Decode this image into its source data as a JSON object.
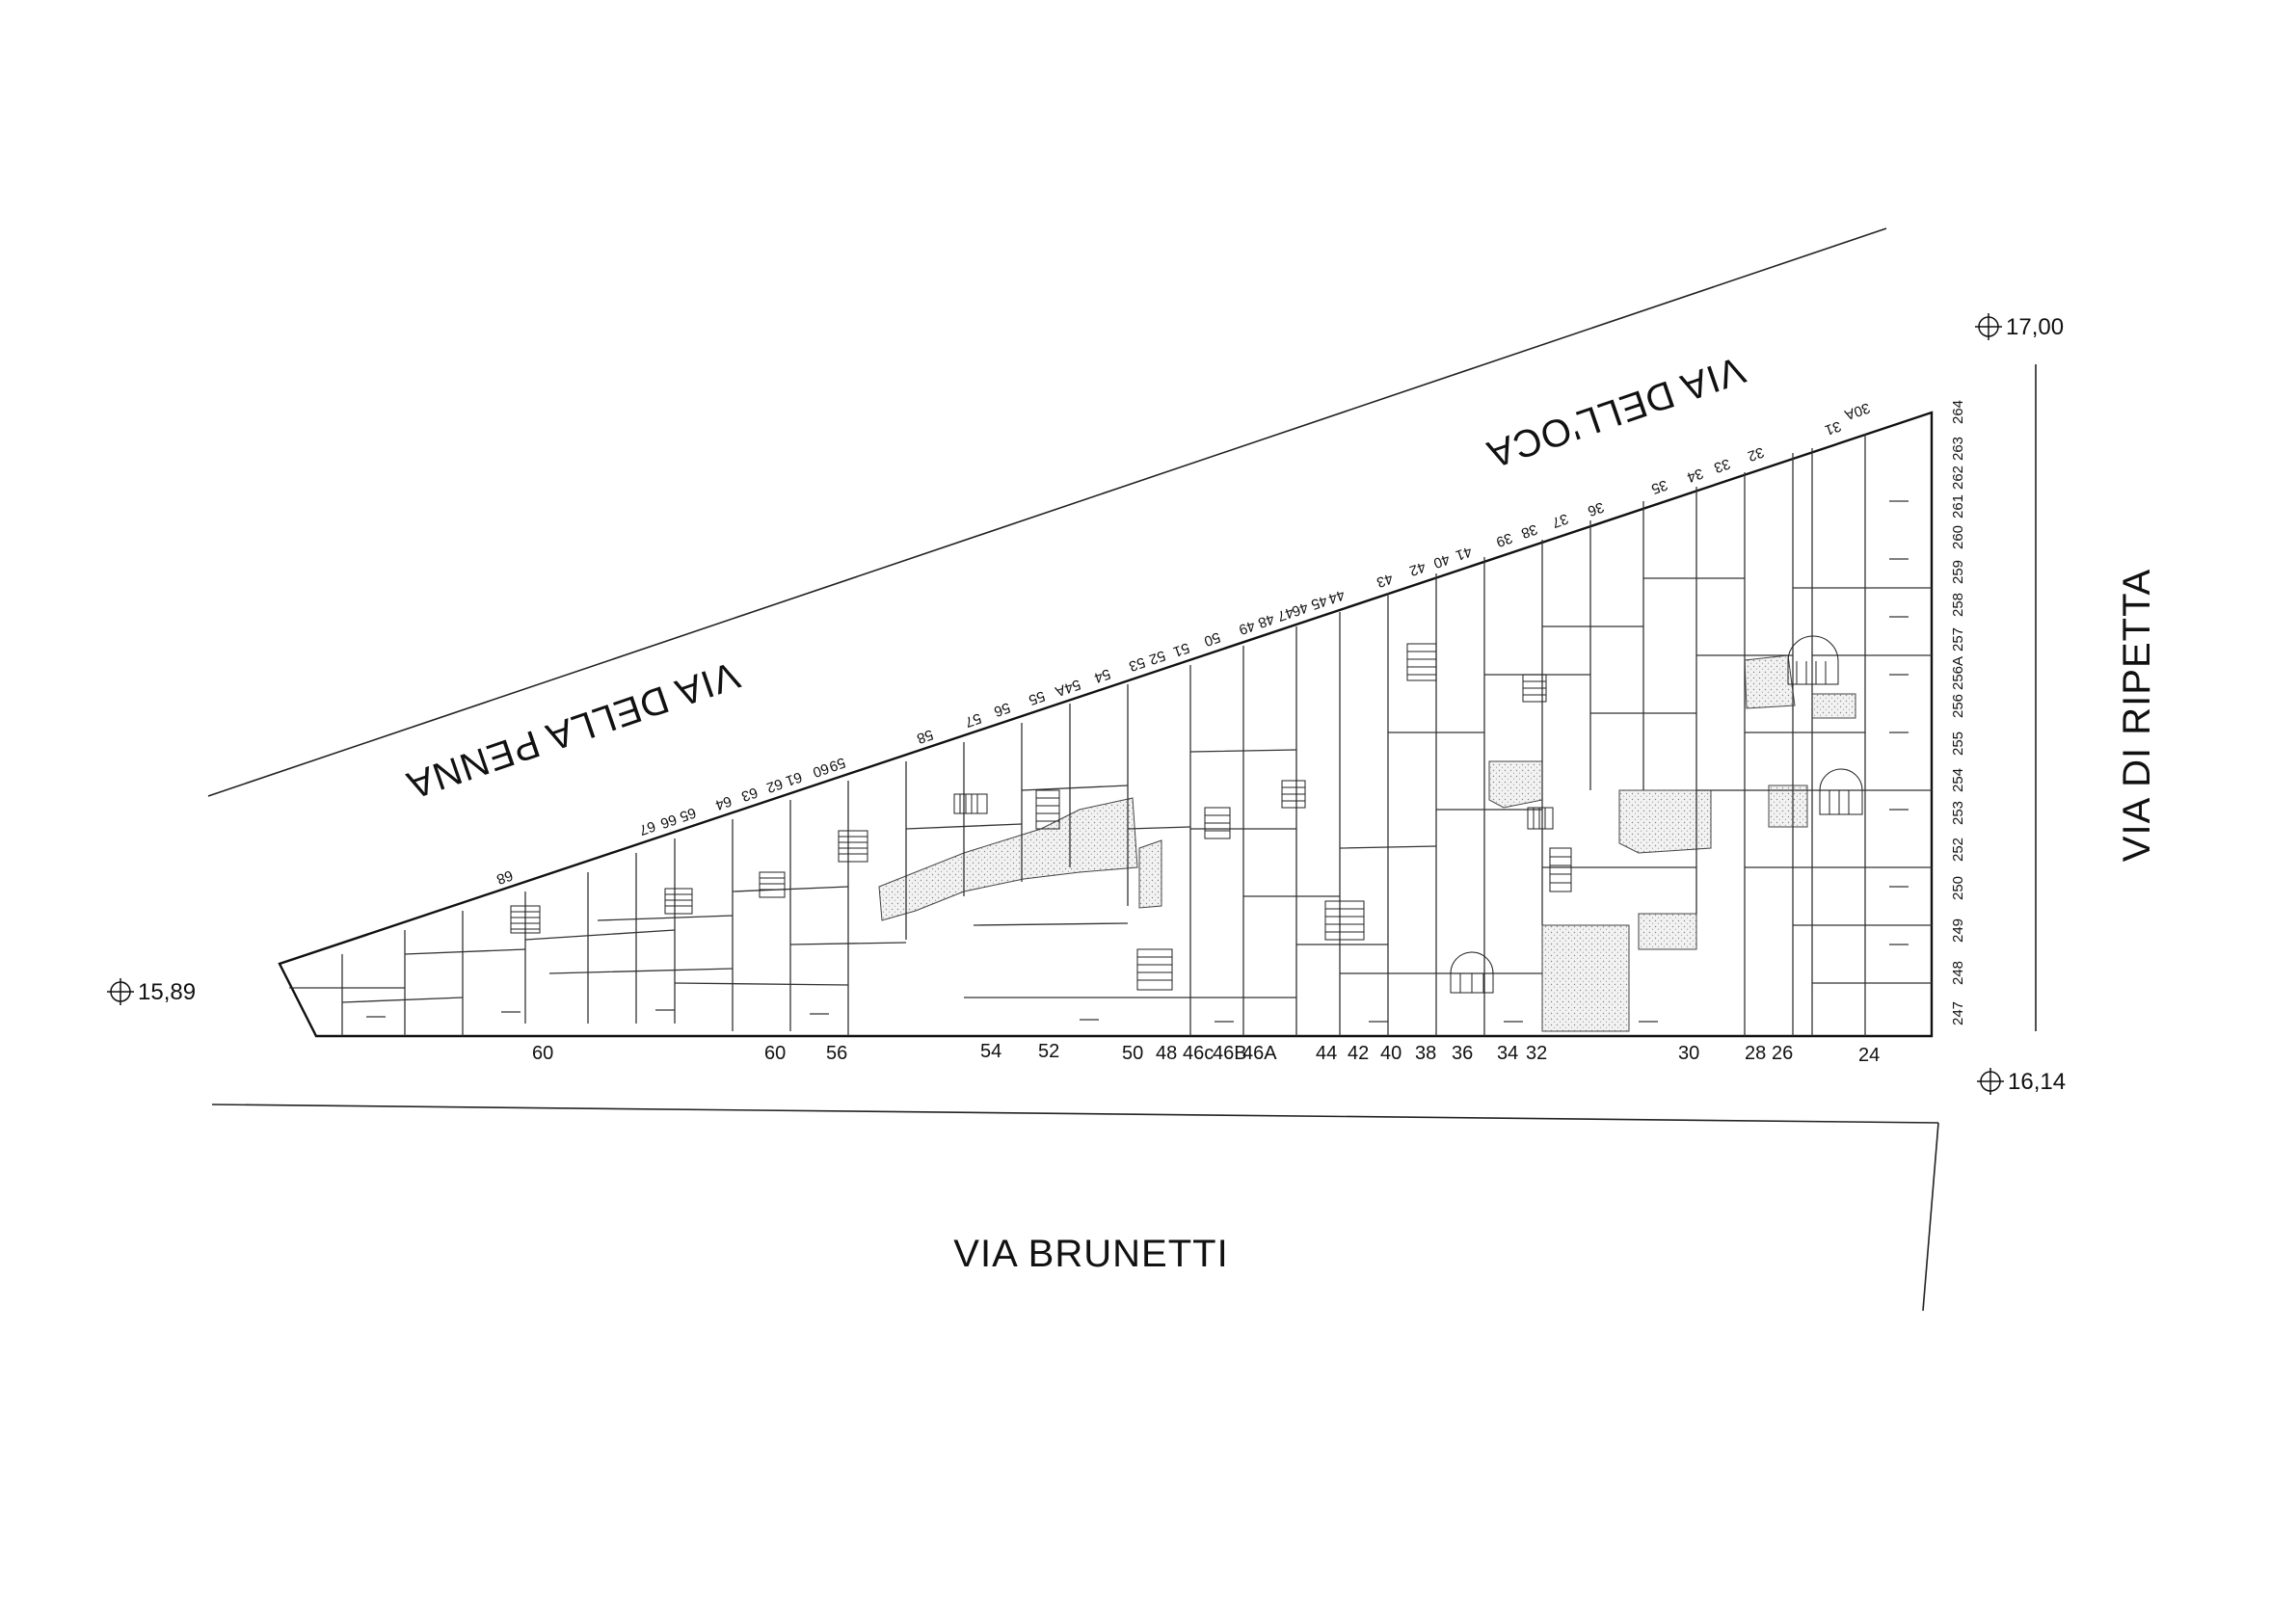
{
  "streets": {
    "della_penna": "VIA  DELLA PENNA",
    "dell_oca": "VIA  DELL'OCA",
    "ripetta": "VIA  DI RIPETTA",
    "brunetti": "VIA BRUNETTI"
  },
  "elevations": {
    "top_right": "17,00",
    "bottom_right": "16,14",
    "left": "15,89"
  },
  "civic_numbers": {
    "brunetti": [
      "60",
      "60",
      "56",
      "54",
      "52",
      "50",
      "48",
      "46c",
      "46B",
      "46A",
      "44",
      "42",
      "40",
      "38",
      "36",
      "34",
      "32",
      "30",
      "28",
      "26",
      "24"
    ],
    "dell_oca": [
      "30A",
      "31",
      "32",
      "33",
      "34",
      "35",
      "36",
      "37",
      "38",
      "39",
      "41",
      "40",
      "42",
      "43",
      "44",
      "45",
      "46",
      "47",
      "48",
      "49",
      "50",
      "51",
      "52",
      "53",
      "54",
      "54A",
      "55",
      "56",
      "57",
      "58"
    ],
    "della_penna": [
      "59",
      "60",
      "61",
      "62",
      "63",
      "64",
      "65",
      "66",
      "67",
      "68"
    ],
    "ripetta": [
      "264",
      "263",
      "262",
      "261",
      "260",
      "259",
      "258",
      "257",
      "256A",
      "256",
      "255",
      "254",
      "253",
      "252",
      "250",
      "249",
      "248",
      "247"
    ]
  }
}
